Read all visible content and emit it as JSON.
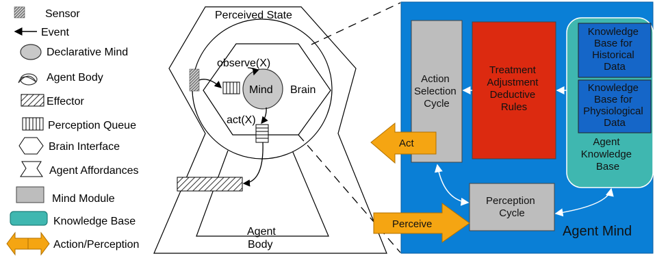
{
  "legend": {
    "sensor": "Sensor",
    "event": "Event",
    "declarative_mind": "Declarative Mind",
    "agent_body": "Agent Body",
    "effector": "Effector",
    "perception_queue": "Perception Queue",
    "brain_interface": "Brain Interface",
    "agent_affordances": "Agent Affordances",
    "mind_module": "Mind Module",
    "knowledge_base": "Knowledge Base",
    "action_perception": "Action/Perception"
  },
  "body_diagram": {
    "perceived_state": "Perceived State",
    "observe": "observe(X)",
    "mind": "Mind",
    "brain": "Brain",
    "act": "act(X)",
    "agent_body_line1": "Agent",
    "agent_body_line2": "Body"
  },
  "agent_mind": {
    "title": "Agent Mind",
    "action_selection": [
      "Action",
      "Selection",
      "Cycle"
    ],
    "treatment": [
      "Treatment",
      "Adjustment",
      "Deductive",
      "Rules"
    ],
    "kb_historical": [
      "Knowledge",
      "Base for",
      "Historical",
      "Data"
    ],
    "kb_physiological": [
      "Knowledge",
      "Base for",
      "Physiological",
      "Data"
    ],
    "agent_kb": [
      "Agent",
      "Knowledge",
      "Base"
    ],
    "perception_cycle": [
      "Perception",
      "Cycle"
    ],
    "act_arrow": "Act",
    "perceive_arrow": "Perceive"
  },
  "colors": {
    "panel_blue": "#0a7fd6",
    "treatment_red": "#dc2a10",
    "kb_teal": "#3fb7b0",
    "kb_inner": "#1566c8",
    "module_grey": "#bdbdbd",
    "arrow_orange": "#f5a512"
  }
}
